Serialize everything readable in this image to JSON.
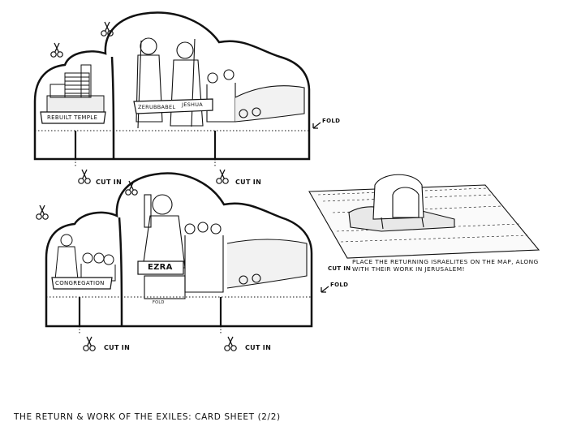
{
  "cards": [
    {
      "left_panel_banner": "REBUILT TEMPLE",
      "right_panel_banners": [
        "ZERUBBABEL",
        "JESHUA"
      ],
      "fold_label": "FOLD",
      "cut_labels": [
        "CUT IN",
        "CUT IN"
      ]
    },
    {
      "left_panel_banner": "CONGREGATION",
      "right_panel_banners": [
        "EZRA"
      ],
      "small_caption": "FOLD ",
      "fold_label": "FOLD",
      "side_cut_label": "CUT IN",
      "cut_labels": [
        "CUT IN",
        "CUT IN"
      ]
    }
  ],
  "instruction": "PLACE THE RETURNING ISRAELITES ON THE MAP, ALONG WITH THEIR WORK IN JERUSALEM!",
  "footer_title": "THE RETURN & WORK OF THE EXILES: CARD SHEET (2/2)",
  "icons": [
    "scissors-icon",
    "fold-arrow-icon",
    "map-illustration"
  ]
}
